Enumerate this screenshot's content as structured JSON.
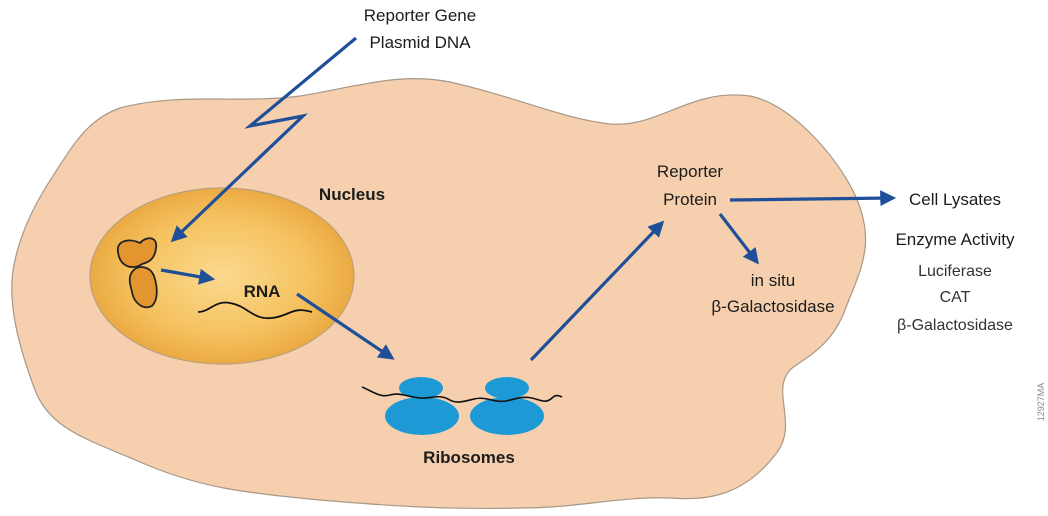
{
  "colors": {
    "cell_fill": "#f5cfae",
    "cell_stroke": "#a89888",
    "nucleus_fill": "#f1b24d",
    "nucleus_stroke": "#b8a07a",
    "dna_fill": "#e3962f",
    "ribosome": "#1d9ad6",
    "arrow": "#1f4f99",
    "strand": "#111111"
  },
  "labels": {
    "plasmid_line1": "Reporter Gene",
    "plasmid_line2": "Plasmid DNA",
    "nucleus": "Nucleus",
    "rna": "RNA",
    "ribosomes": "Ribosomes",
    "protein_line1": "Reporter",
    "protein_line2": "Protein",
    "insitu_line1": "in situ",
    "insitu_line2": "β-Galactosidase",
    "lysates": "Cell Lysates",
    "enzyme_heading": "Enzyme Activity",
    "enzyme_items": [
      "Luciferase",
      "CAT",
      "β-Galactosidase"
    ],
    "figure_code": "12927MA"
  }
}
